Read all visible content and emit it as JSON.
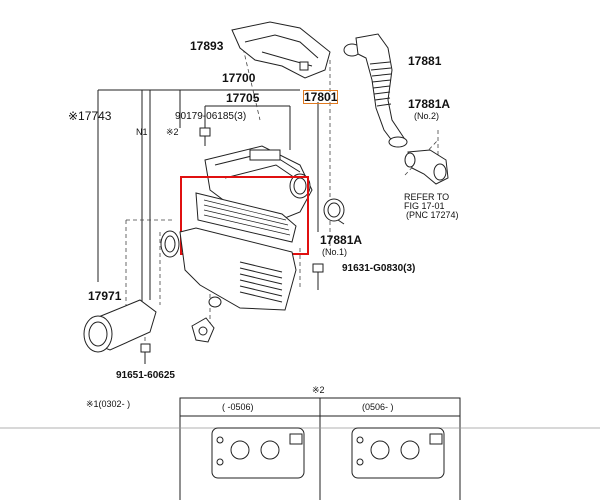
{
  "diagram": {
    "labels": {
      "p17893": "17893",
      "p17881": "17881",
      "p17700": "17700",
      "p17705": "17705",
      "p17801": "17801",
      "p17743": "※17743",
      "p90179": "90179-06185(3)",
      "n1": "N1",
      "note2": "※2",
      "p17881a_no2": "17881A",
      "no2": "(No.2)",
      "refer": "REFER TO",
      "fig": "FIG 17-01",
      "pnc": "(PNC 17274)",
      "p17881a_no1": "17881A",
      "no1": "(No.1)",
      "p91631": "91631-G0830(3)",
      "p17971": "17971",
      "p91651": "91651-60625",
      "footnote1": "※1(0302-      )",
      "footnote2": "※2",
      "col1": "(      -0506)",
      "col2": "(0506-      )"
    },
    "colors": {
      "highlight_box": "#e01010",
      "highlight_label": "#e07a20",
      "line": "#222222"
    }
  }
}
